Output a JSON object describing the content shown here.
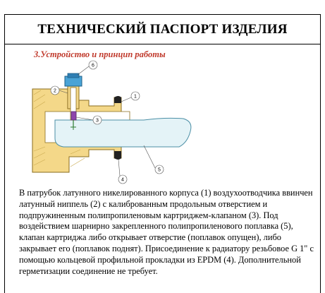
{
  "document": {
    "title": "ТЕХНИЧЕСКИЙ ПАСПОРТ ИЗДЕЛИЯ",
    "section_heading": "3.Устройство и принцип работы",
    "diagram": {
      "callouts": [
        "1",
        "2",
        "3",
        "4",
        "5",
        "6"
      ]
    },
    "paragraph_lines": [
      "В патрубок латунного никелированного  корпуса (1) воздухоотводчика ввинчен",
      "латунный ниппель (2) с калиброванным продольным отверстием и",
      "подпружиненным  полипропиленовым картриджем-клапаном (3). Под",
      "воздействием  шарнирно закрепленного полипропиленового поплавка (5),",
      "клапан картриджа либо открывает отверстие (поплавок опущен), либо",
      "закрывает его (поплавок поднят). Присоединение к радиатору резьбовое G 1\"  с",
      "помощью кольцевой профильной прокладки из EPDM (4). Дополнительной",
      "герметизации соединение не требует."
    ]
  }
}
